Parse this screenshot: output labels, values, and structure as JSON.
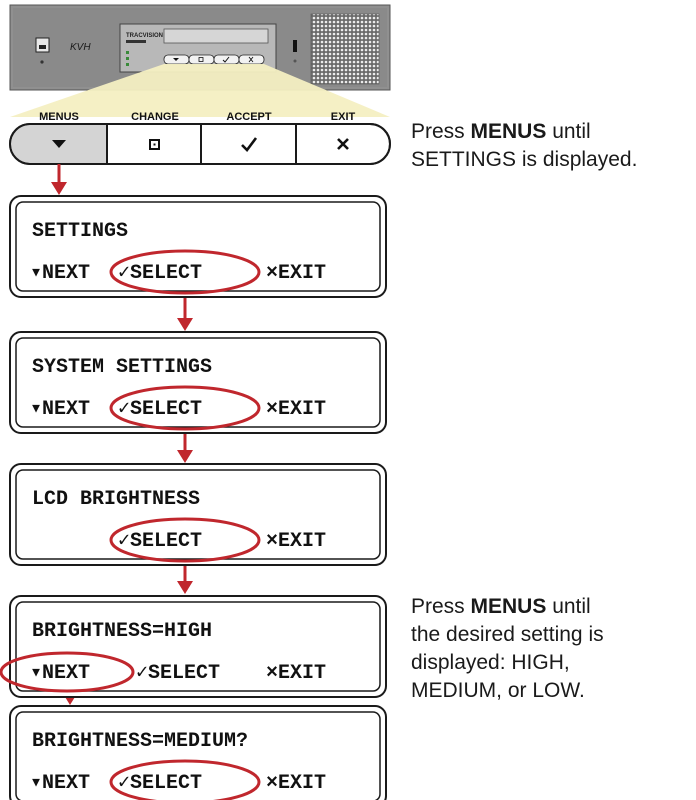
{
  "device": {
    "logo": "KVH",
    "screen_brand": "TRACVISION",
    "panel_buttons": [
      "MENUS",
      "CHANGE",
      "ACCEPT",
      "EXIT"
    ]
  },
  "keypad": {
    "labels": [
      "MENUS",
      "CHANGE",
      "ACCEPT",
      "EXIT"
    ],
    "icons": [
      "down-triangle-icon",
      "square-icon",
      "checkmark-icon",
      "x-icon"
    ]
  },
  "notes": {
    "menus_note": {
      "pre": "Press ",
      "bold": "MENUS",
      "post": " until",
      "line2": "SETTINGS is displayed."
    },
    "setting_note": {
      "pre": "Press ",
      "bold": "MENUS",
      "post": " until",
      "lines": [
        "the desired setting is",
        "displayed: HIGH,",
        "MEDIUM, or LOW."
      ]
    }
  },
  "screens": [
    {
      "line1": "SETTINGS",
      "next": "▾NEXT",
      "select": "✓SELECT",
      "exit": "×EXIT",
      "highlight": "select"
    },
    {
      "line1": "SYSTEM SETTINGS",
      "next": "▾NEXT",
      "select": "✓SELECT",
      "exit": "×EXIT",
      "highlight": "select"
    },
    {
      "line1": "LCD BRIGHTNESS",
      "next": "",
      "select": "✓SELECT",
      "exit": "×EXIT",
      "highlight": "select"
    },
    {
      "line1": "BRIGHTNESS=HIGH",
      "next": "▾NEXT",
      "select": "✓SELECT",
      "exit": "×EXIT",
      "highlight": "next"
    },
    {
      "line1": "BRIGHTNESS=MEDIUM?",
      "next": "▾NEXT",
      "select": "✓SELECT",
      "exit": "×EXIT",
      "highlight": "select"
    }
  ],
  "colors": {
    "accent": "#c0272d",
    "panel": "#8f8f8f",
    "highlight_fan": "#f4efc2"
  }
}
